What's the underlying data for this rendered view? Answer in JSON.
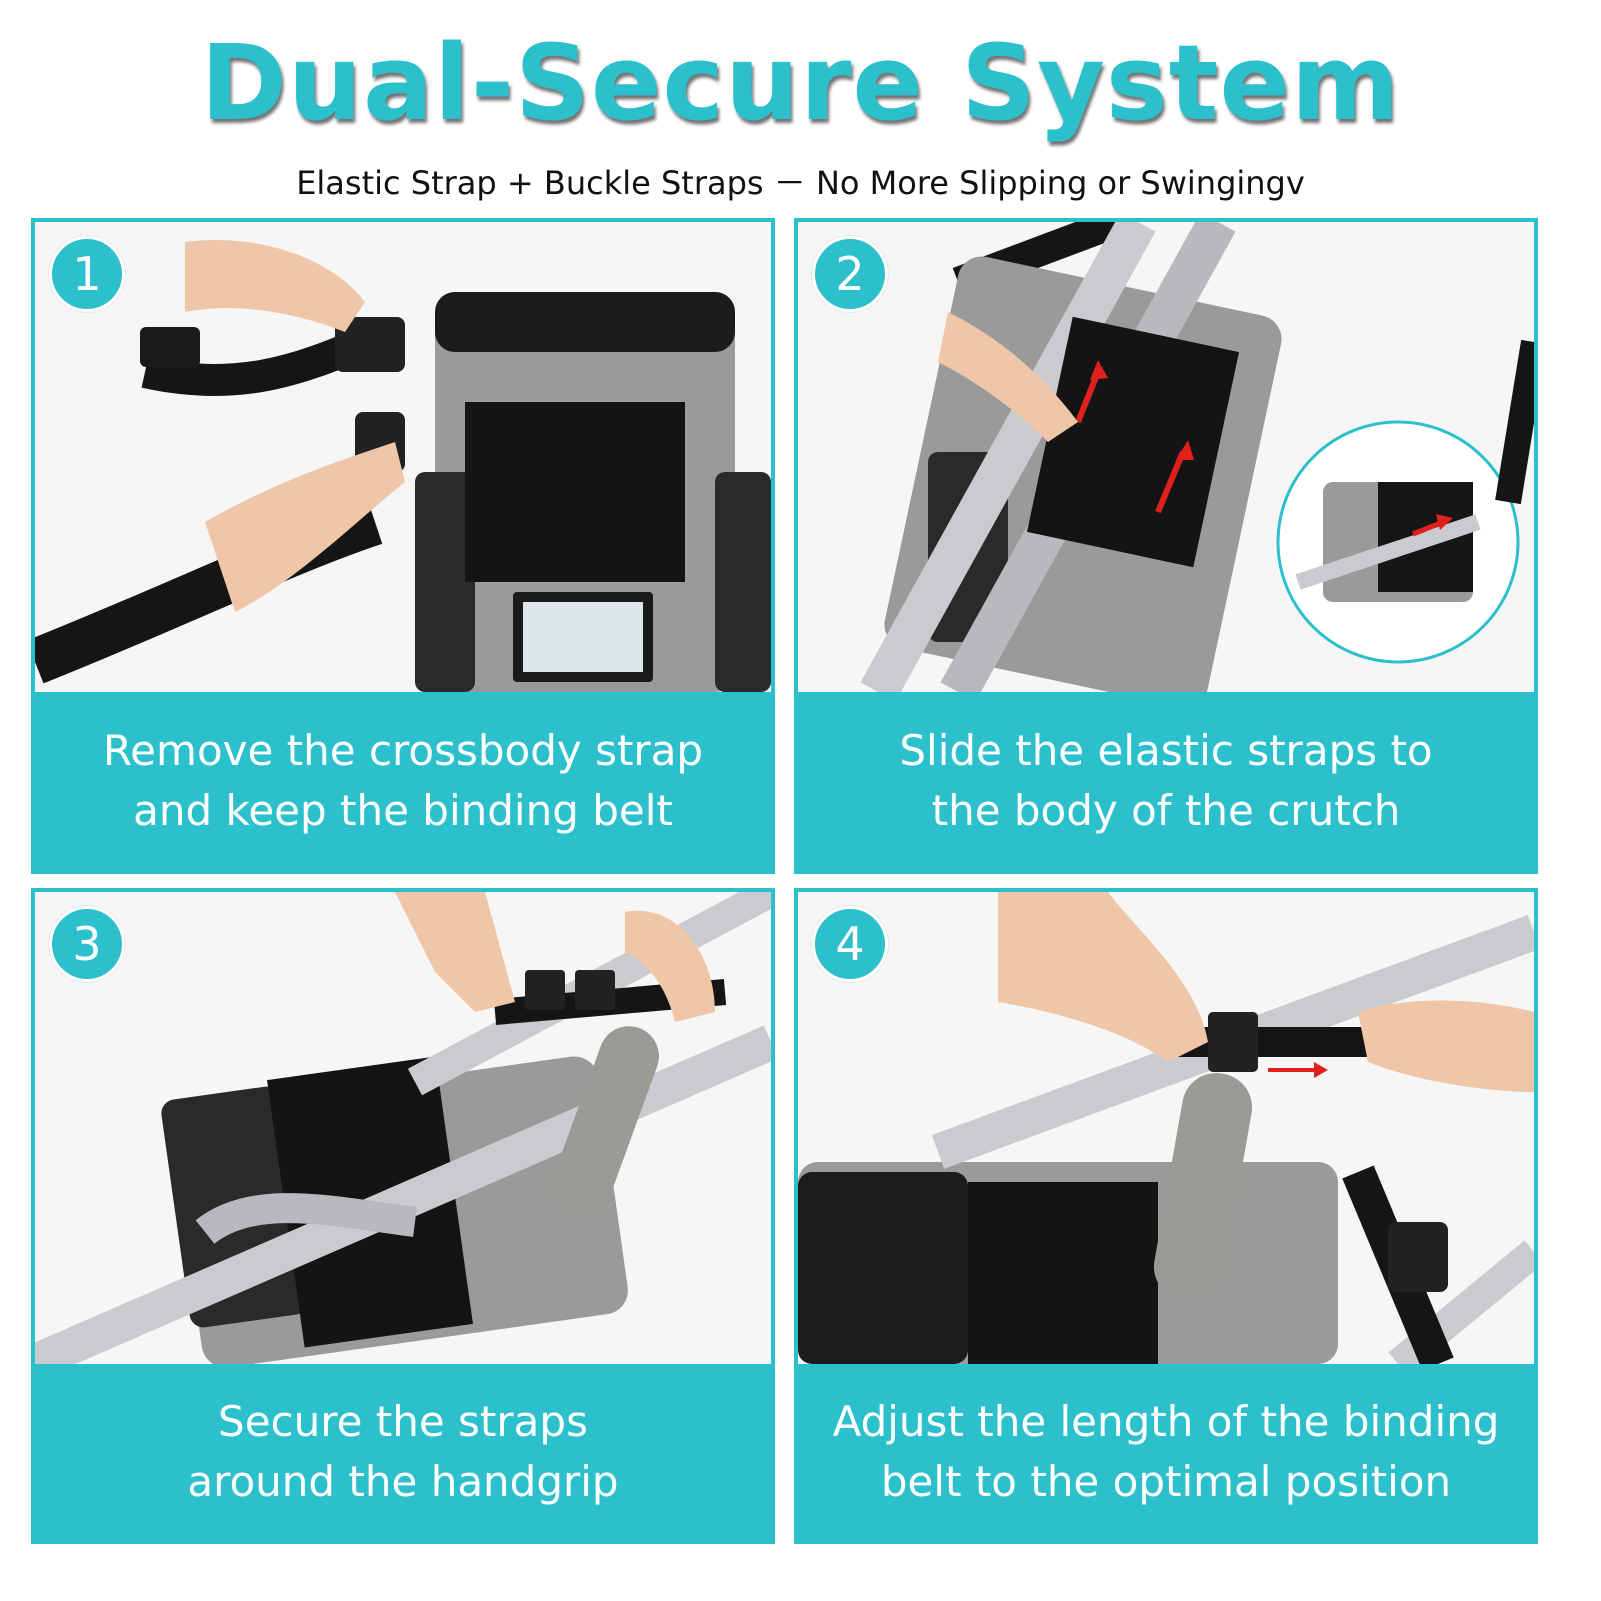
{
  "header": {
    "title": "Dual-Secure System",
    "subtitle": "Elastic Strap + Buckle Straps  －  No More Slipping or Swingingv"
  },
  "steps": [
    {
      "number": "1",
      "line1": "Remove the crossbody strap",
      "line2": "and keep the binding belt"
    },
    {
      "number": "2",
      "line1": "Slide the elastic straps to",
      "line2": "the body of the crutch"
    },
    {
      "number": "3",
      "line1": "Secure the straps",
      "line2": "around the  handgrip"
    },
    {
      "number": "4",
      "line1": "Adjust the length of the binding",
      "line2": "belt to the optimal position"
    }
  ],
  "colors": {
    "accent": "#2bc0cb",
    "caption_text": "#ffffff",
    "bag_gray": "#9a9a9a",
    "strap_black": "#111111",
    "crutch_silver": "#c9cbce",
    "arrow_red": "#e0201c"
  }
}
